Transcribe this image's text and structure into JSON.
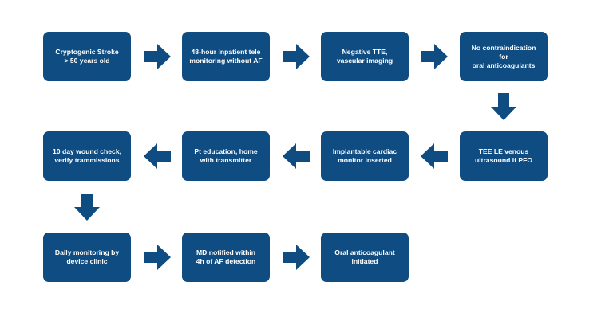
{
  "colors": {
    "box": "#0f4c81",
    "arrow": "#0f4c81",
    "text": "#ffffff",
    "background": "#ffffff"
  },
  "steps": [
    {
      "text": "Cryptogenic Stroke\n> 50 years old"
    },
    {
      "text": "48-hour inpatient tele\nmonitoring without AF"
    },
    {
      "text": "Negative TTE,\nvascular imaging"
    },
    {
      "text": "No contraindication for\noral anticoagulants"
    },
    {
      "text": "TEE LE venous\nultrasound if PFO"
    },
    {
      "text": "Implantable cardiac\nmonitor inserted"
    },
    {
      "text": "Pt education, home\nwith transmitter"
    },
    {
      "text": "10 day wound check,\nverify trammissions"
    },
    {
      "text": "Daily monitoring by\ndevice clinic"
    },
    {
      "text": "MD notified within\n4h of AF detection"
    },
    {
      "text": "Oral anticoagulant\ninitiated"
    }
  ],
  "arrows": [
    {
      "direction": "right"
    },
    {
      "direction": "right"
    },
    {
      "direction": "right"
    },
    {
      "direction": "down"
    },
    {
      "direction": "left"
    },
    {
      "direction": "left"
    },
    {
      "direction": "left"
    },
    {
      "direction": "down"
    },
    {
      "direction": "right"
    },
    {
      "direction": "right"
    }
  ]
}
